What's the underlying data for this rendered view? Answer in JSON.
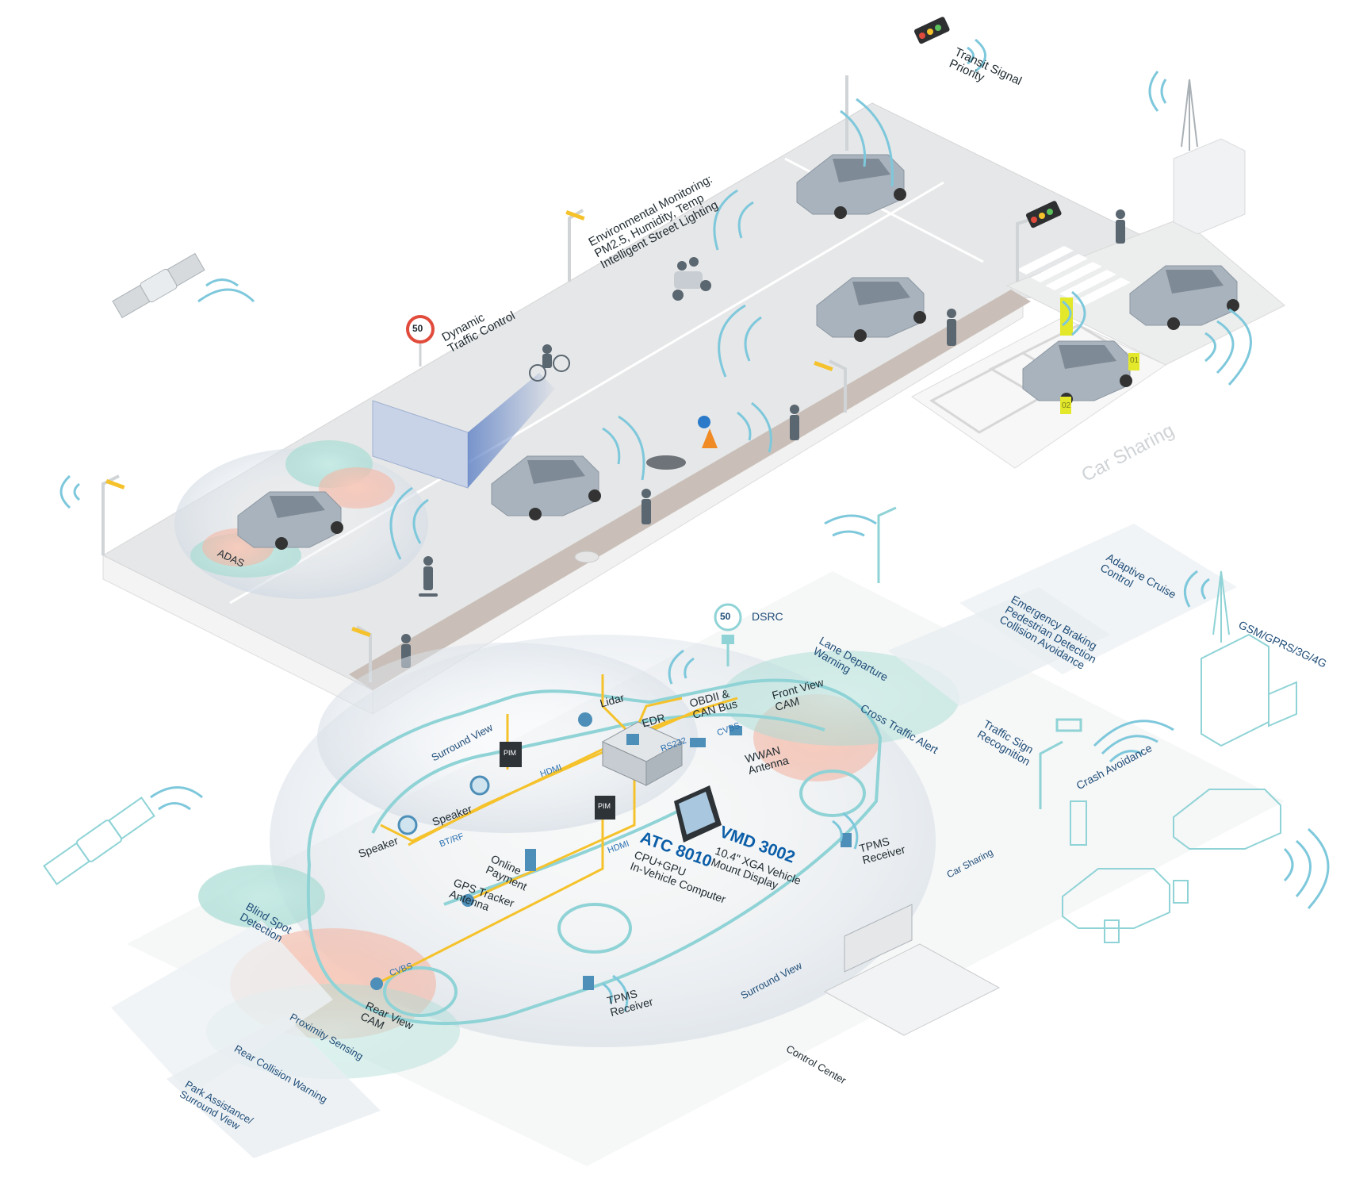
{
  "street_labels": {
    "transit_signal": "Transit Signal\nPriority",
    "env_monitoring": "Environmental Monitoring:\nPM2.5, Humidity, Temp\nIntelligent Street Lighting",
    "dynamic_traffic": "Dynamic\nTraffic Control",
    "adas": "ADAS",
    "car_sharing_top": "Car Sharing",
    "speed_sign": "50",
    "parking_01": "01",
    "parking_02": "02"
  },
  "vehicle_labels": {
    "dsrc": "DSRC",
    "dsrc_sign": "50",
    "gsm": "GSM/GPRS/3G/4G",
    "adaptive_cruise": "Adaptive Cruise\nControl",
    "emergency_braking": "Emergency Braking\nPedestrian Detection\nCollision Avoidance",
    "lane_departure": "Lane Departure\nWarning",
    "cross_traffic": "Cross Traffic Alert",
    "traffic_sign": "Traffic Sign\nRecognition",
    "crash_avoidance": "Crash Avoidance",
    "car_sharing": "Car Sharing",
    "surround_view_top": "Surround View",
    "surround_view_right": "Surround View",
    "blind_spot": "Blind Spot\nDetection",
    "proximity": "Proximity Sensing",
    "rear_collision": "Rear Collision Warning",
    "park_assist": "Park Assistance/\nSurround View",
    "control_center": "Control Center",
    "lidar": "Lidar",
    "edr": "EDR",
    "obdii": "OBDII &\nCAN Bus",
    "front_cam": "Front View\nCAM",
    "wwan": "WWAN\nAntenna",
    "rs232": "RS232",
    "cvbs_front": "CVBS",
    "hdmi_top": "HDMI",
    "hdmi_mid": "HDMI",
    "pim1": "PIM",
    "pim2": "PIM",
    "speaker1": "Speaker",
    "speaker2": "Speaker",
    "btrf": "BT/RF",
    "online_payment": "Online\nPayment",
    "gps_tracker": "GPS Tracker\nAntenna",
    "atc_title": "ATC 8010",
    "atc_sub": "CPU+GPU\nIn-Vehicle Computer",
    "vmd_title": "VMD 3002",
    "vmd_sub": "10.4\" XGA Vehicle\nMount Display",
    "tpms_front": "TPMS\nReceiver",
    "tpms_rear": "TPMS\nReceiver",
    "rear_cam": "Rear View\nCAM",
    "cvbs_rear": "CVBS"
  },
  "colors": {
    "road": "#e6e7e8",
    "sidewalk": "#c9bfb8",
    "car": "#a9b3bd",
    "wave": "#7ec8dc",
    "zone_teal": "#a9dcd4",
    "zone_red": "#f3b7a6",
    "car_outline": "#8fd3d6",
    "cable": "#f5c22b",
    "text_blue": "#1f4d78",
    "title_blue": "#0b5ea8"
  }
}
